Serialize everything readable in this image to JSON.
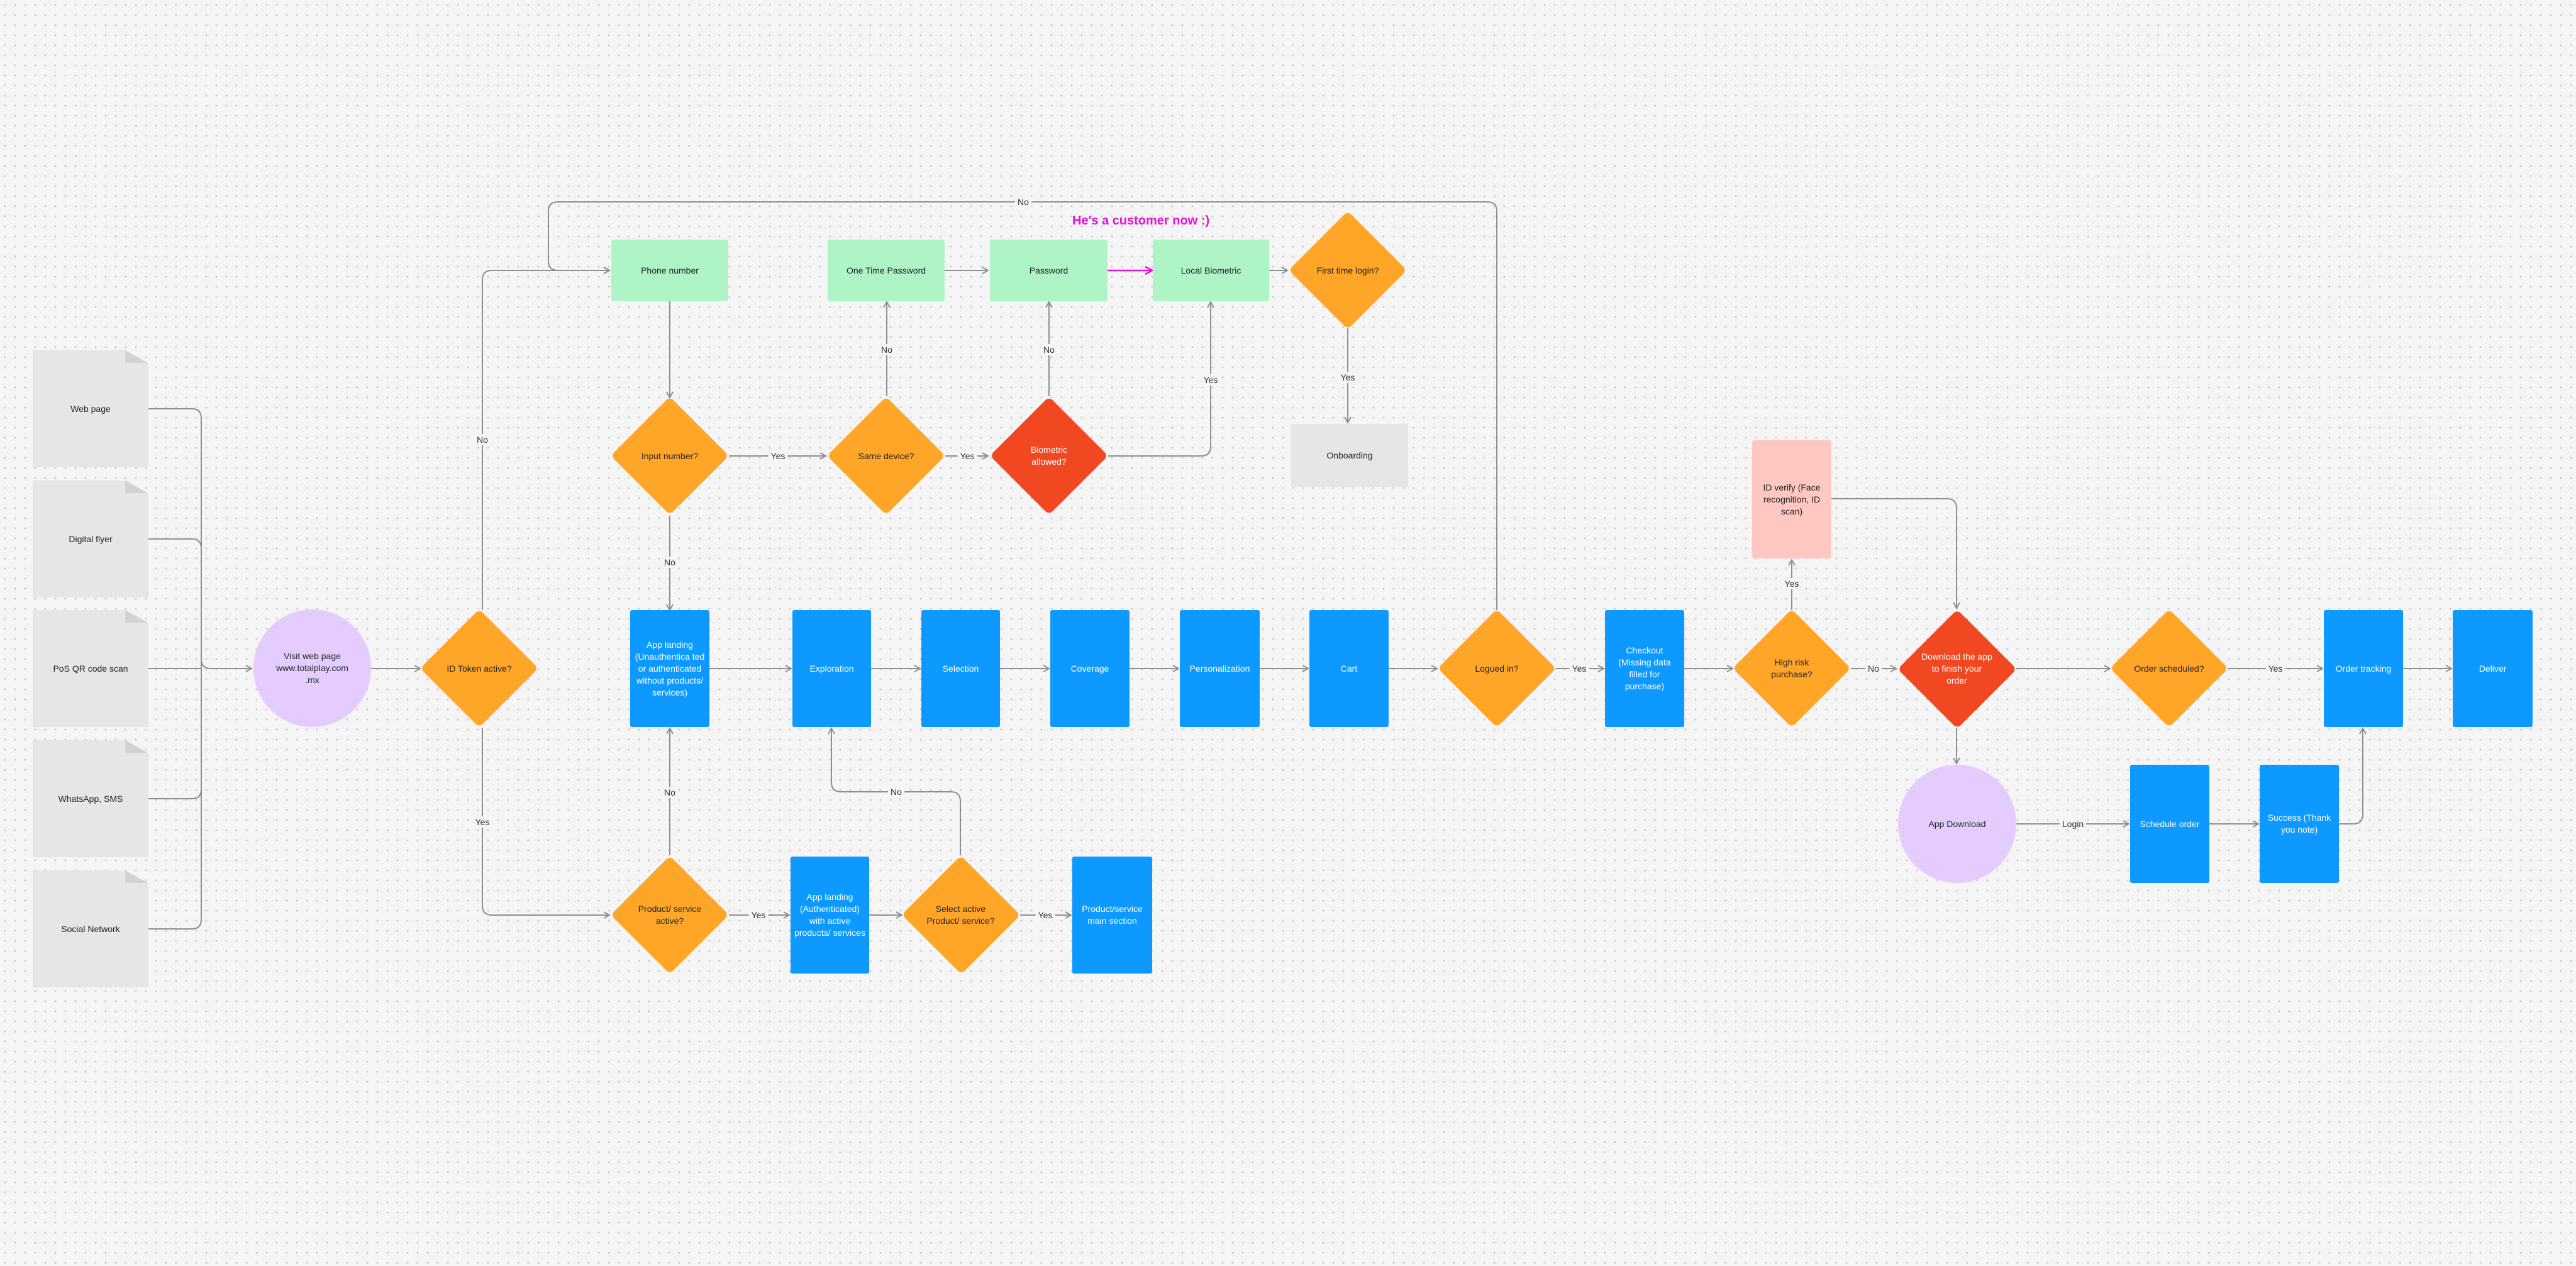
{
  "headline": "He's a customer now :)",
  "colors": {
    "green": "#aff4c6",
    "blue": "#0d99ff",
    "orange": "#ffa629",
    "red": "#f24822",
    "purple": "#e4ccff",
    "gray": "#e6e6e6",
    "pink": "#ffc7c2",
    "magenta": "#e611d8",
    "connector": "#8f8f8f"
  },
  "sources": {
    "web_page": "Web page",
    "digital_flyer": "Digital flyer",
    "pos_qr": "PoS QR code scan",
    "whatsapp": "WhatsApp, SMS",
    "social": "Social Network"
  },
  "nodes": {
    "visit": "Visit web page www.totalplay.com .mx",
    "id_token": "ID Token active?",
    "phone": "Phone number",
    "input_number": "Input number?",
    "same_device": "Same device?",
    "otp": "One Time Password",
    "biometric_allowed": "Biometric allowed?",
    "password": "Password",
    "local_biometric": "Local Biometric",
    "first_time": "First time login?",
    "onboarding": "Onboarding",
    "landing_unauth": "App landing (Unauthentica ted or authenticated without products/ services)",
    "exploration": "Exploration",
    "selection": "Selection",
    "coverage": "Coverage",
    "personalization": "Personalization",
    "cart": "Cart",
    "logged_in": "Logued in?",
    "checkout": "Checkout (Missing data filled for purchase)",
    "high_risk": "High risk purchase?",
    "id_verify": "ID verify (Face recognition, ID scan)",
    "download": "Download the app to finish your order",
    "order_scheduled": "Order scheduled?",
    "order_tracking": "Order tracking",
    "deliver": "Deliver",
    "app_download": "App Download",
    "schedule_order": "Schedule order",
    "success": "Success (Thank you note)",
    "product_active": "Product/ service active?",
    "landing_auth": "App landing (Authenticated) with active products/ services",
    "select_active": "Select active Product/ service?",
    "product_main": "Product/service main section"
  },
  "labels": {
    "yes": "Yes",
    "no": "No",
    "login": "Login"
  }
}
